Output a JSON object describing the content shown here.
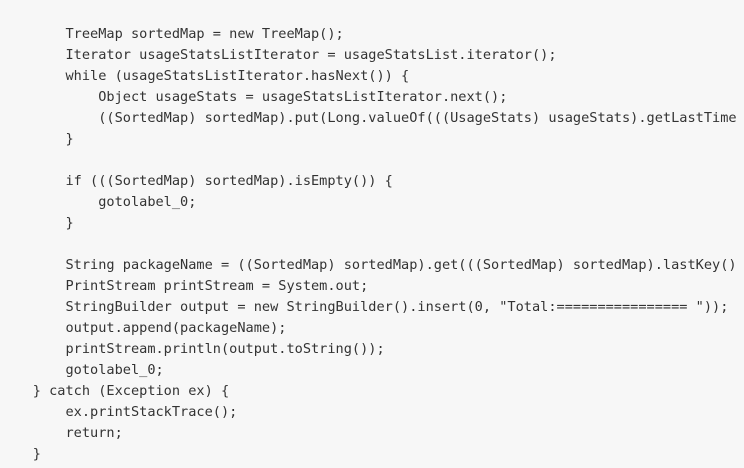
{
  "code": {
    "lines": [
      "        TreeMap sortedMap = new TreeMap();",
      "        Iterator usageStatsListIterator = usageStatsList.iterator();",
      "        while (usageStatsListIterator.hasNext()) {",
      "            Object usageStats = usageStatsListIterator.next();",
      "            ((SortedMap) sortedMap).put(Long.valueOf(((UsageStats) usageStats).getLastTime",
      "        }",
      "",
      "        if (((SortedMap) sortedMap).isEmpty()) {",
      "            gotolabel_0;",
      "        }",
      "",
      "        String packageName = ((SortedMap) sortedMap).get(((SortedMap) sortedMap).lastKey()",
      "        PrintStream printStream = System.out;",
      "        StringBuilder output = new StringBuilder().insert(0, \"Total:================ \"));",
      "        output.append(packageName);",
      "        printStream.println(output.toString());",
      "        gotolabel_0;",
      "    } catch (Exception ex) {",
      "        ex.printStackTrace();",
      "        return;",
      "    }",
      "}"
    ]
  }
}
